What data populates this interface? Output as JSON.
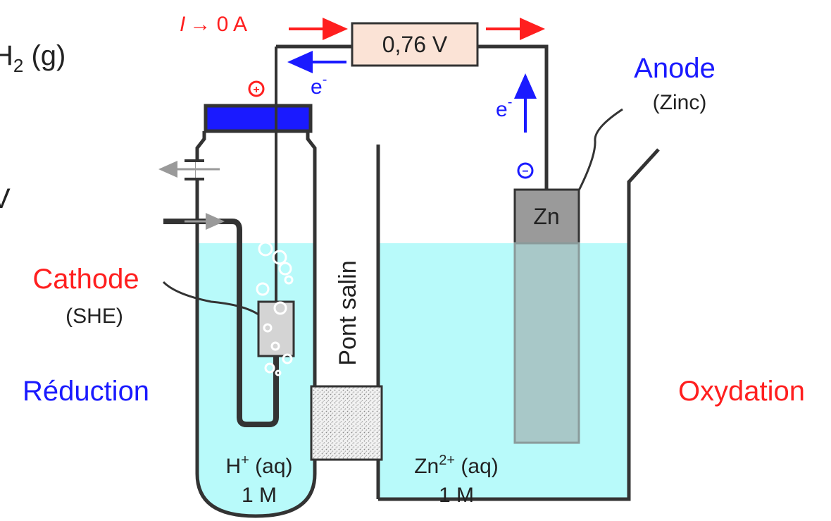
{
  "labels": {
    "partial_h2": "H",
    "partial_h2_sub": "2",
    "partial_h2_rest": " (g)",
    "partial_v": "V",
    "current": "→ 0 A",
    "current_symbol": "I",
    "voltmeter": "0,76 V",
    "electron_left": "e",
    "electron_right": "e",
    "electron_sup": "-",
    "anode": "Anode",
    "anode_sub": "(Zinc)",
    "cathode": "Cathode",
    "cathode_sub": "(SHE)",
    "reduction": "Réduction",
    "oxidation": "Oxydation",
    "salt_bridge": "Pont salin",
    "zn_electrode": "Zn",
    "left_solution": "H",
    "left_solution_sup": "+",
    "left_solution_rest": " (aq)",
    "left_conc": "1 M",
    "right_solution": "Zn",
    "right_solution_sup": "2+",
    "right_solution_rest": " (aq)",
    "right_conc": "1 M",
    "plus_sign": "+",
    "minus_sign": "−"
  },
  "colors": {
    "solution": "#b8fafa",
    "glass": "#333333",
    "cap": "#1a1aff",
    "voltmeter_box": "#fbe3d6",
    "zinc": "#9a9a9a",
    "platinum": "#d4d4d4",
    "red": "#ff1f1f",
    "blue": "#1a1aff"
  }
}
